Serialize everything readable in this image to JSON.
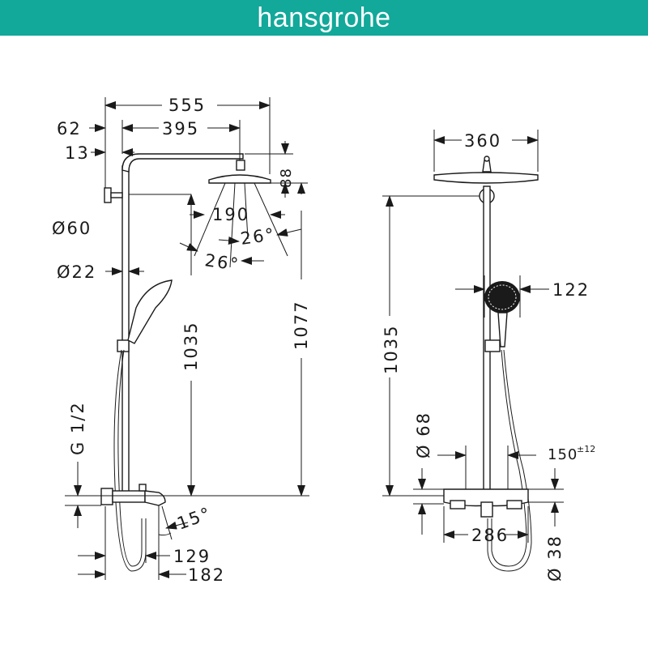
{
  "brand": {
    "name": "hansgrohe",
    "color": "#12a89a"
  },
  "side_view": {
    "dims": {
      "overall_width": "555",
      "offset_62": "62",
      "arm_395": "395",
      "gap_13": "13",
      "head_height": "88",
      "head_190": "190",
      "angle_a": "26°",
      "angle_b": "26°",
      "diam_60": "Ø60",
      "diam_22": "Ø22",
      "height_1035": "1035",
      "height_1077": "1077",
      "thread": "G 1/2",
      "angle_spout": "15°",
      "spout_129": "129",
      "spout_182": "182"
    }
  },
  "front_view": {
    "dims": {
      "head_width": "360",
      "hand_width": "122",
      "height_1035": "1035",
      "diam_68": "Ø 68",
      "dist_150": "150",
      "dist_150_tol": "±12",
      "width_286": "286",
      "diam_38": "Ø 38"
    }
  }
}
